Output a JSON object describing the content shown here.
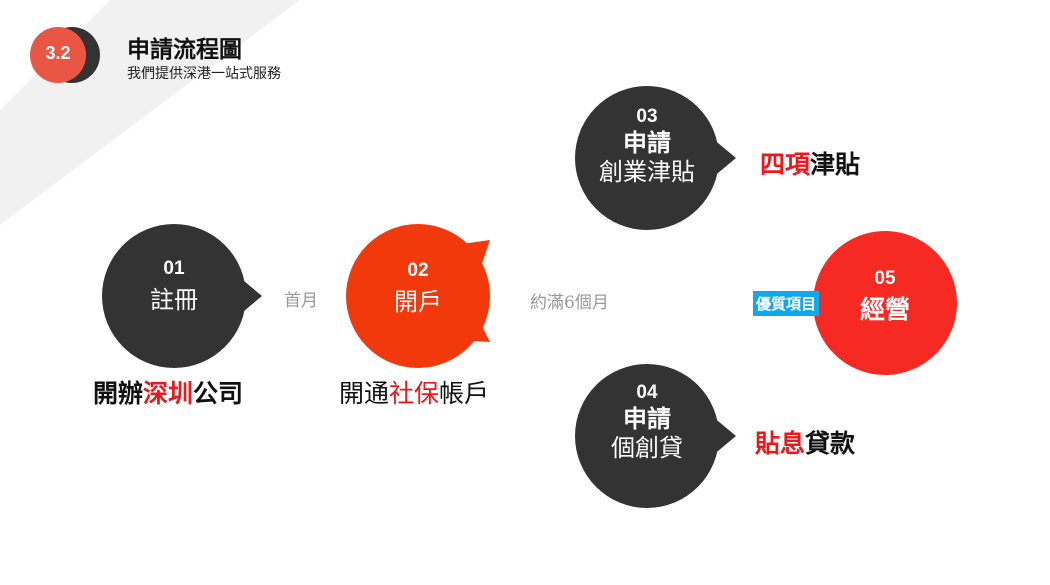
{
  "header": {
    "badge": "3.2",
    "title": "申請流程圖",
    "subtitle": "我們提供深港一站式服務"
  },
  "steps": [
    {
      "num": "01",
      "label": "註冊",
      "caption": [
        "開辦",
        "深圳",
        "公司"
      ]
    },
    {
      "num": "02",
      "label": "開戶",
      "caption": [
        "開通",
        "社保",
        "帳戶"
      ]
    },
    {
      "num": "03",
      "label_top": "申請",
      "label": "創業津貼",
      "note": [
        "四項",
        "津貼"
      ]
    },
    {
      "num": "04",
      "label_top": "申請",
      "label": "個創貸",
      "note": [
        "貼息",
        "貸款"
      ]
    },
    {
      "num": "05",
      "label": "經營",
      "tag": "優質項目"
    }
  ],
  "connectors": {
    "first": "首月",
    "second": "約滿6個月"
  },
  "colors": {
    "dark": "#333333",
    "orange": "#f2390c",
    "red": "#f72a23",
    "badge": "#e95744",
    "tag": "#0fa8ec"
  }
}
